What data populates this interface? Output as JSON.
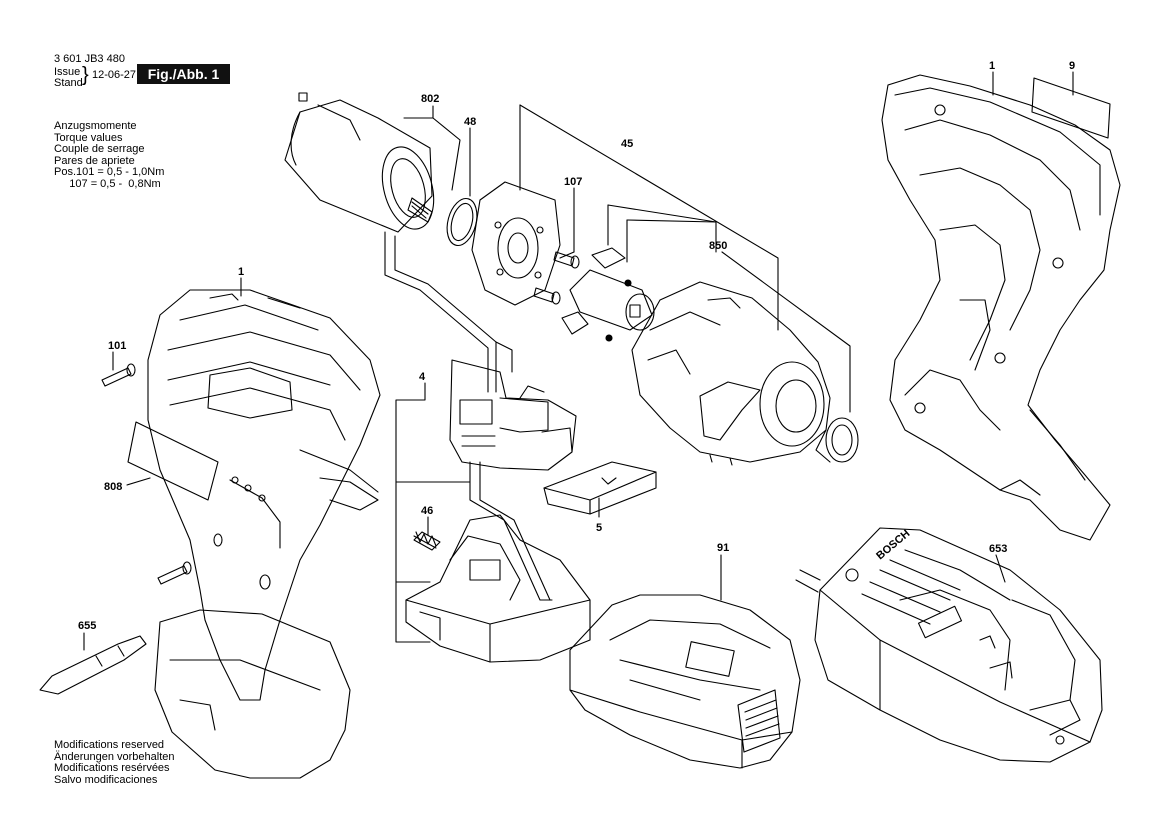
{
  "header": {
    "document_number": "3 601 JB3 480",
    "issue_label": "Issue",
    "stand_label": "Stand",
    "date": "12-06-27",
    "figure_label": "Fig./Abb. 1"
  },
  "torque": {
    "lines": [
      "Anzugsmomente",
      "Torque values",
      "Couple de serrage",
      "Pares de apriete",
      "Pos.101 = 0,5 -  1,0Nm",
      "     107 = 0,5 -  0,8Nm"
    ]
  },
  "footer": {
    "lines": [
      "Modifications reserved",
      "Änderungen vorbehalten",
      "Modifications resérvées",
      "Salvo modificaciones"
    ]
  },
  "parts": {
    "p802": "802",
    "p48": "48",
    "p45": "45",
    "p107": "107",
    "p850": "850",
    "p1_left": "1",
    "p1_right": "1",
    "p9": "9",
    "p101": "101",
    "p4": "4",
    "p808": "808",
    "p46": "46",
    "p5": "5",
    "p91": "91",
    "p653": "653",
    "p655": "655"
  },
  "artwork": {
    "charger_brand": "BOSCH"
  },
  "colors": {
    "line": "#000000",
    "background": "#ffffff"
  }
}
